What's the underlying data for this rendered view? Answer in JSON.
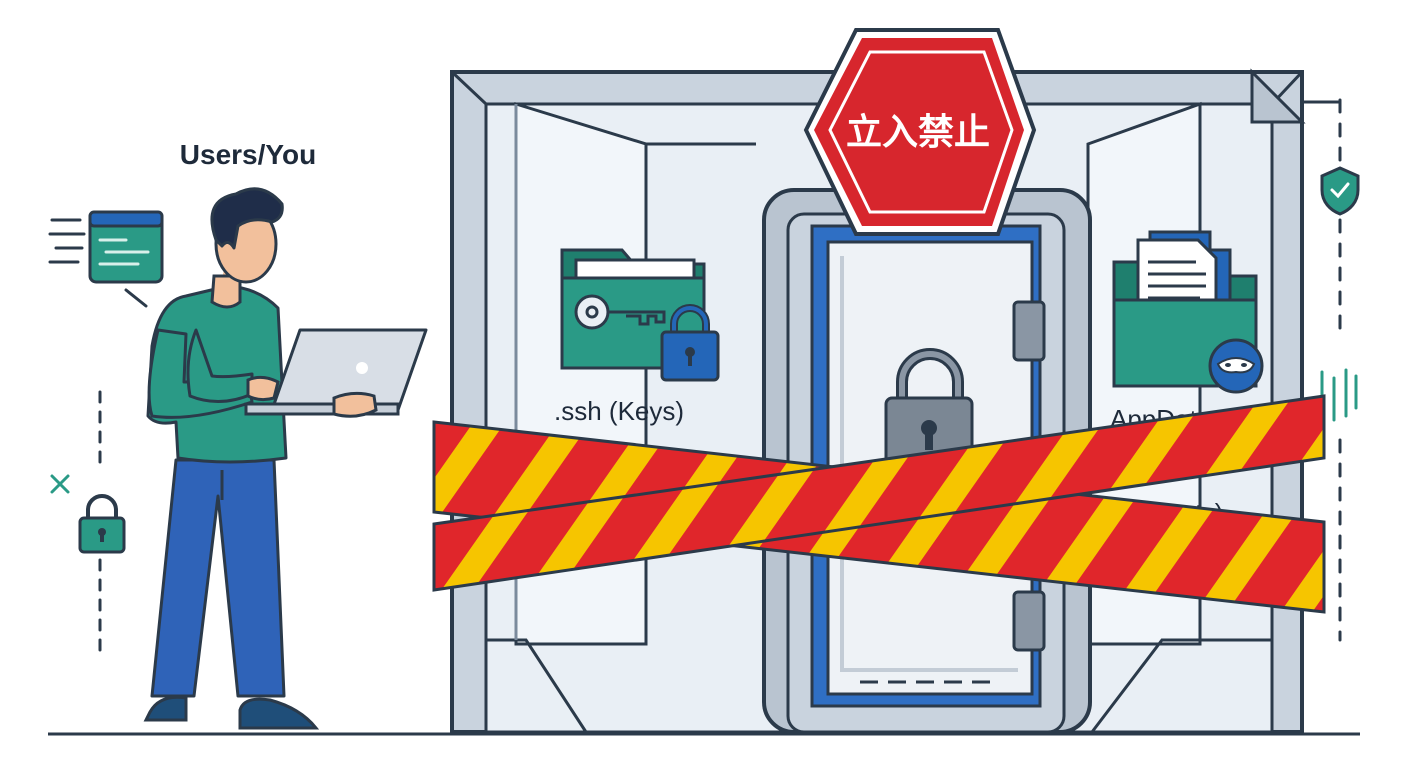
{
  "labels": {
    "user": "Users/You",
    "ssh": ".ssh (Keys)",
    "appdata": "AppData",
    "secrets": "(Secrets)"
  },
  "sign": {
    "text": "立入禁止"
  },
  "colors": {
    "outline": "#2b3a4a",
    "frame": "#c9d3de",
    "panel": "#e9eff5",
    "door_blue": "#2f6fc4",
    "folder_teal": "#2ea48c",
    "lock_blue": "#2466b8",
    "lock_gray": "#7b8794",
    "tape_red": "#e0262b",
    "tape_yellow": "#f6c500",
    "sign_red": "#d7262d",
    "shirt": "#2a9a86",
    "pants": "#2f63b8"
  },
  "icons": [
    "code-window-icon",
    "padlock-icon",
    "shield-check-icon",
    "key-icon",
    "document-icon",
    "mask-icon",
    "laptop-icon"
  ]
}
